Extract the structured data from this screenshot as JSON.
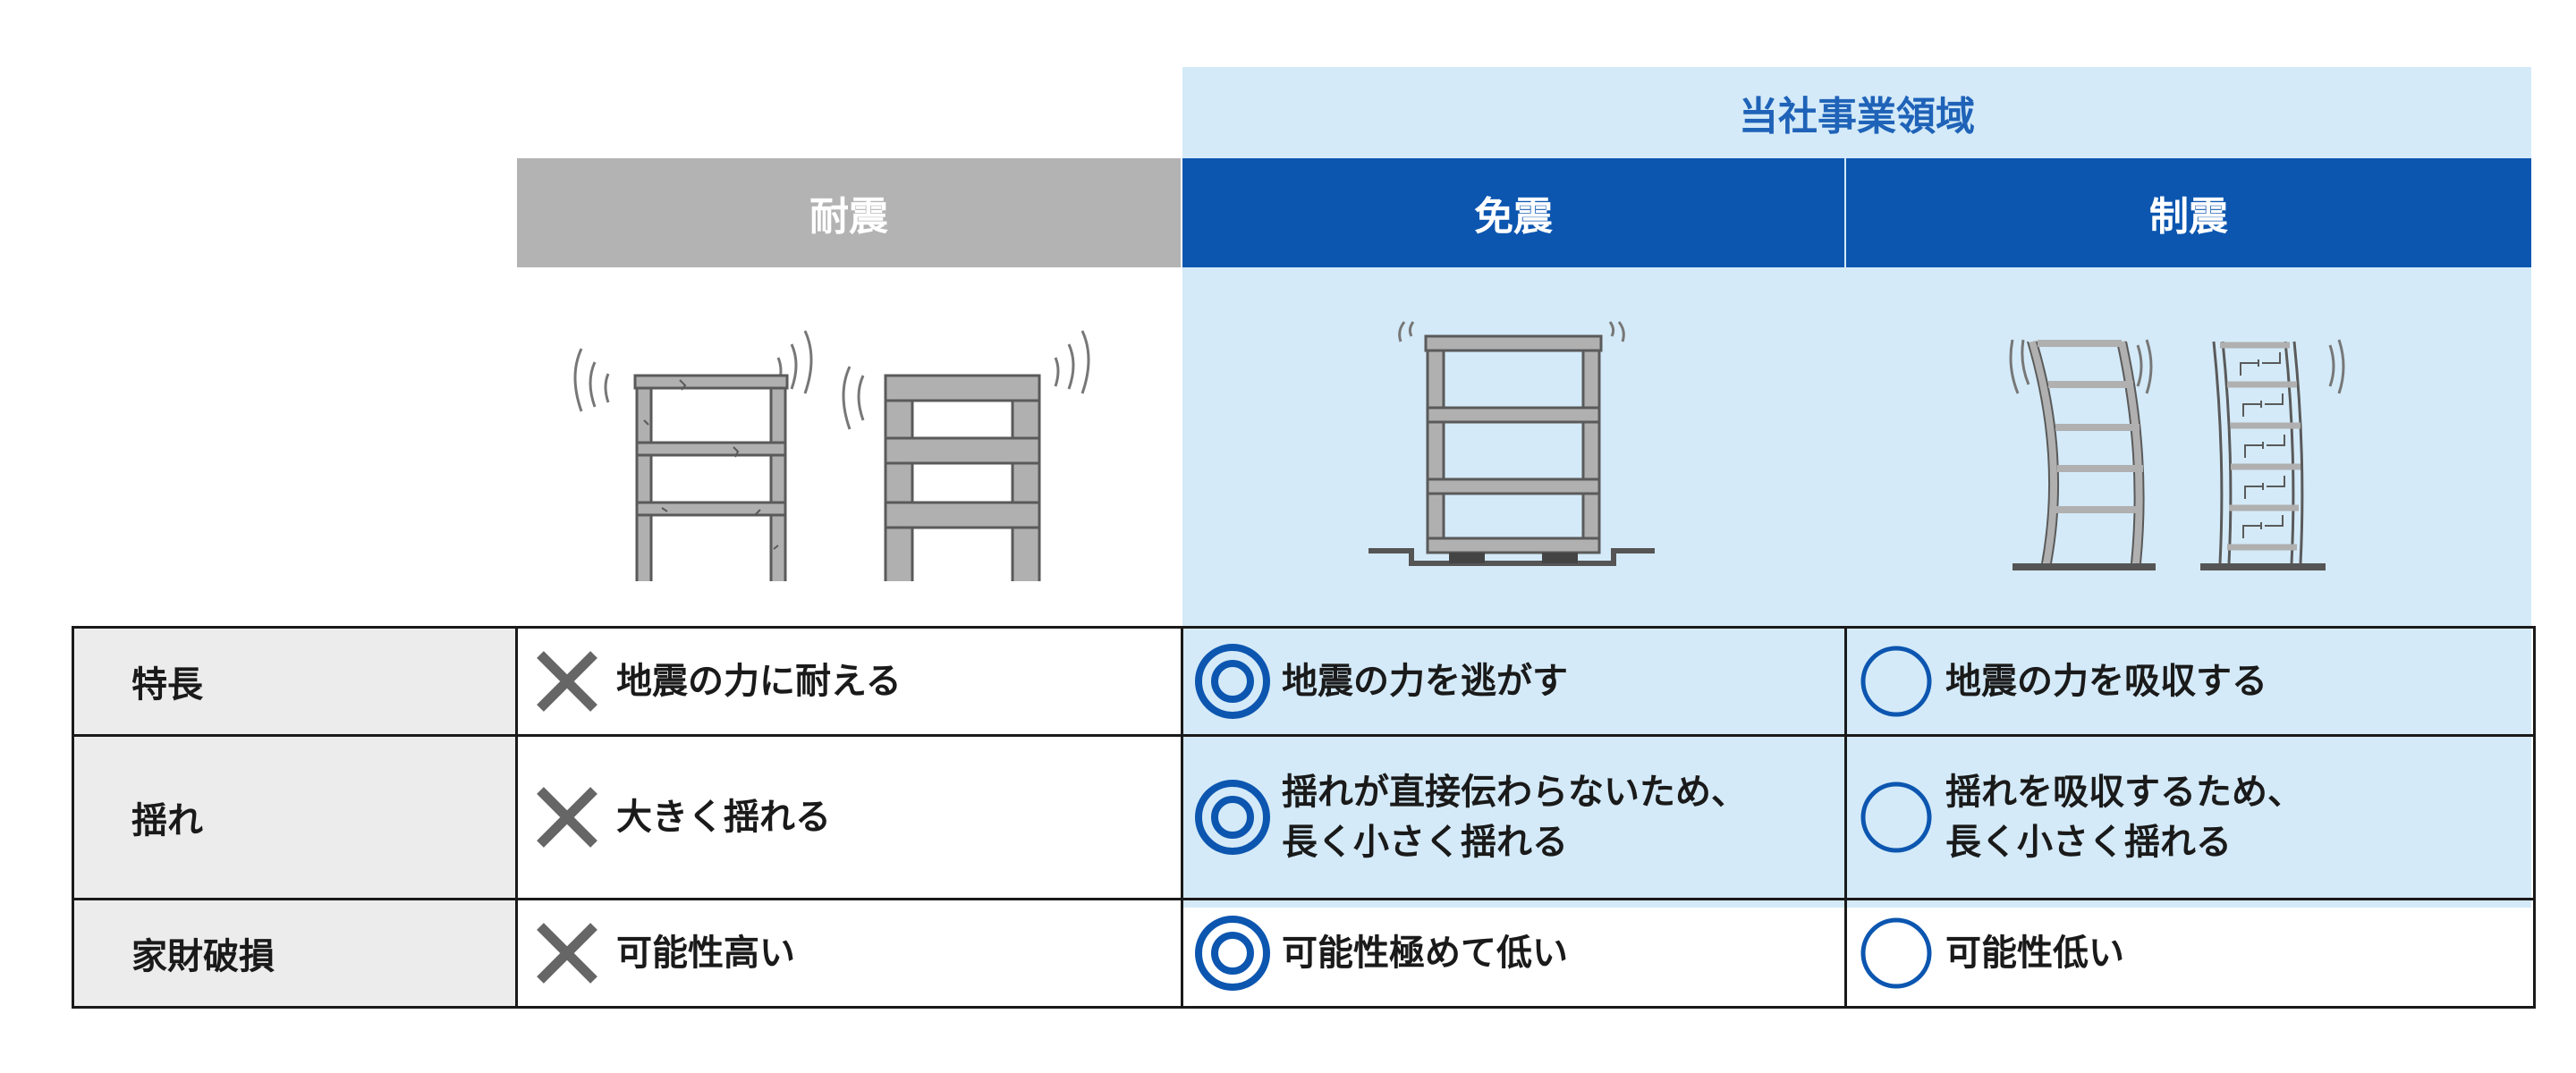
{
  "header": {
    "company_scope": "当社事業領域",
    "columns": [
      "耐震",
      "免震",
      "制震"
    ]
  },
  "illustrations": [
    {
      "icon": "taishin-buildings-icon"
    },
    {
      "icon": "menshin-building-icon"
    },
    {
      "icon": "seishin-buildings-icon"
    }
  ],
  "rows": [
    {
      "label": "特長",
      "cells": [
        {
          "mark": "cross",
          "lines": [
            "地震の力に耐える"
          ]
        },
        {
          "mark": "double-circle",
          "lines": [
            "地震の力を逃がす"
          ]
        },
        {
          "mark": "circle",
          "lines": [
            "地震の力を吸収する"
          ]
        }
      ]
    },
    {
      "label": "揺れ",
      "cells": [
        {
          "mark": "cross",
          "lines": [
            "大きく揺れる"
          ]
        },
        {
          "mark": "double-circle",
          "lines": [
            "揺れが直接伝わらないため、",
            "長く小さく揺れる"
          ]
        },
        {
          "mark": "circle",
          "lines": [
            "揺れを吸収するため、",
            "長く小さく揺れる"
          ]
        }
      ]
    },
    {
      "label": "家財破損",
      "cells": [
        {
          "mark": "cross",
          "lines": [
            "可能性高い"
          ]
        },
        {
          "mark": "double-circle",
          "lines": [
            "可能性極めて低い"
          ]
        },
        {
          "mark": "circle",
          "lines": [
            "可能性低い"
          ]
        }
      ]
    }
  ],
  "colors": {
    "brand_blue": "#0c56b0",
    "light_blue_band": "#d4eaf8",
    "gray_header": "#b3b3b3",
    "cross_gray": "#666666",
    "row_head_bg": "#ececec"
  }
}
